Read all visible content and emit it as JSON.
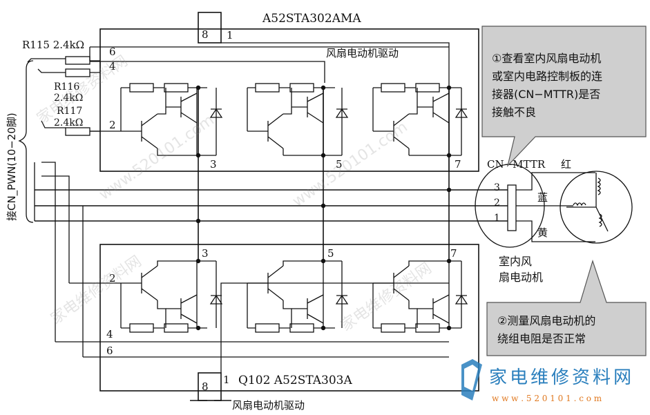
{
  "top_module": {
    "part": "A52STA302AMA",
    "function": "风扇电动机驱动",
    "pins": {
      "p8": "8",
      "p1": "1",
      "p6": "6",
      "p4": "4",
      "p2": "2",
      "p3": "3",
      "p5": "5",
      "p7": "7"
    }
  },
  "bottom_module": {
    "part": "Q102  A52STA303A",
    "function": "风扇电动机驱动",
    "pins": {
      "p8": "8",
      "p1": "1",
      "p6": "6",
      "p4": "4",
      "p2": "2",
      "p3": "3",
      "p5": "5",
      "p7": "7"
    }
  },
  "resistors": {
    "r115": "R115 2.4kΩ",
    "r116_name": "R116",
    "r116_value": "2.4kΩ",
    "r117_name": "R117",
    "r117_value": "2.4kΩ"
  },
  "left_label": "接CN_PWN(10−20脚)",
  "connector": {
    "name": "CN−MTTR",
    "pins": [
      "3",
      "2",
      "1"
    ],
    "wire_colors": {
      "red": "红",
      "blue": "蓝",
      "yellow": "黄"
    }
  },
  "motor_label_line1": "室内风",
  "motor_label_line2": "扇电动机",
  "notes": {
    "note1_lines": [
      "①查看室内风扇电动机",
      "或室内电路控制板的连",
      "接器(CN−MTTR)是否",
      "接触不良"
    ],
    "note2_lines": [
      "②测量风扇电动机的",
      "绕组电阻是否正常"
    ]
  },
  "watermark": {
    "brand": "家电维修资料网",
    "site": "www.520101.com",
    "site_small": "w w w . 5 2 0 1 0 1 . c o m",
    "brand_color": "#2a7fbd",
    "site_color": "#e0781f"
  }
}
